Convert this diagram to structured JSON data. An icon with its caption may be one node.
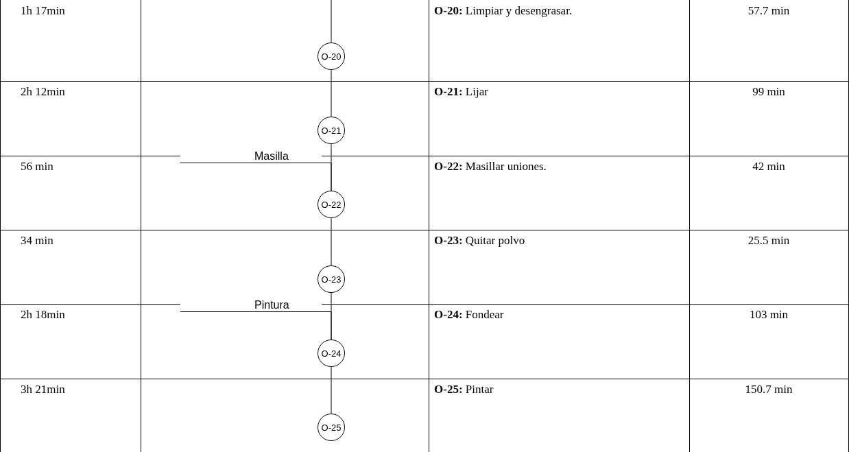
{
  "diagram": {
    "nodes": [
      {
        "text": [
          "O-20"
        ]
      },
      {
        "text": [
          "O-21"
        ]
      },
      {
        "text": [
          "Masilla"
        ]
      },
      {
        "text": [
          "O-22"
        ]
      },
      {
        "text": [
          "O-23"
        ]
      },
      {
        "text": [
          "Pintura"
        ]
      },
      {
        "text": [
          "O-24"
        ]
      },
      {
        "text": [
          "O-25"
        ]
      }
    ],
    "edges": [
      {
        "from": null,
        "to": 0,
        "arrow": "none"
      },
      {
        "from": 0,
        "to": 1,
        "arrow": "none"
      },
      {
        "from": 1,
        "to": 3,
        "arrow": "none"
      },
      {
        "from": 2,
        "to": 3,
        "arrow": "none"
      },
      {
        "from": 3,
        "to": 4,
        "arrow": "none"
      },
      {
        "from": 4,
        "to": 6,
        "arrow": "none"
      },
      {
        "from": 5,
        "to": 6,
        "arrow": "none"
      },
      {
        "from": 6,
        "to": 7,
        "arrow": "none"
      }
    ],
    "labels": [
      "1h 17min",
      "**O-20:** Limpiar y desengrasar.",
      "57.7 min",
      "2h 12min",
      "**O-21:** Lijar",
      "99 min",
      "56 min",
      "**O-22:** Masillar uniones.",
      "42 min",
      "34 min",
      "**O-23:** Quitar polvo",
      "25.5 min",
      "2h 18min",
      "**O-24:** Fondear",
      "103 min",
      "3h 21min",
      "**O-25:** Pintar",
      "150.7 min"
    ]
  }
}
